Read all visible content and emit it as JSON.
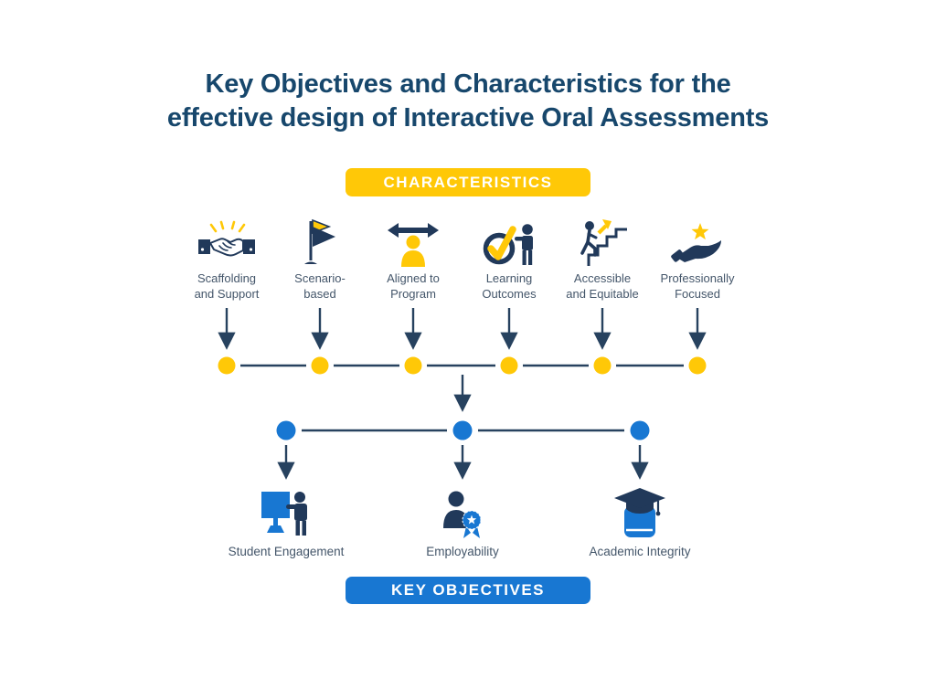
{
  "title": {
    "line1": "Key Objectives and Characteristics for the",
    "line2": "effective design of Interactive Oral Assessments"
  },
  "banners": {
    "characteristics": "CHARACTERISTICS",
    "key_objectives": "KEY OBJECTIVES"
  },
  "characteristics": {
    "items": [
      {
        "line1": "Scaffolding",
        "line2": "and Support",
        "icon": "handshake-icon"
      },
      {
        "line1": "Scenario-",
        "line2": "based",
        "icon": "flags-icon"
      },
      {
        "line1": "Aligned to",
        "line2": "Program",
        "icon": "person-double-arrow-icon"
      },
      {
        "line1": "Learning",
        "line2": "Outcomes",
        "icon": "check-circle-person-icon"
      },
      {
        "line1": "Accessible",
        "line2": "and Equitable",
        "icon": "stairs-person-icon"
      },
      {
        "line1": "Professionally",
        "line2": "Focused",
        "icon": "hand-star-icon"
      }
    ]
  },
  "objectives": {
    "items": [
      {
        "label": "Student Engagement",
        "icon": "presentation-board-icon"
      },
      {
        "label": "Employability",
        "icon": "award-ribbon-person-icon"
      },
      {
        "label": "Academic Integrity",
        "icon": "graduation-book-icon"
      }
    ]
  },
  "colors": {
    "title_navy": "#17476C",
    "icon_navy": "#21395A",
    "connector_navy": "#27425F",
    "yellow": "#FFC807",
    "blue": "#1877D2",
    "label_slate": "#44566A",
    "background": "#FFFFFF"
  }
}
